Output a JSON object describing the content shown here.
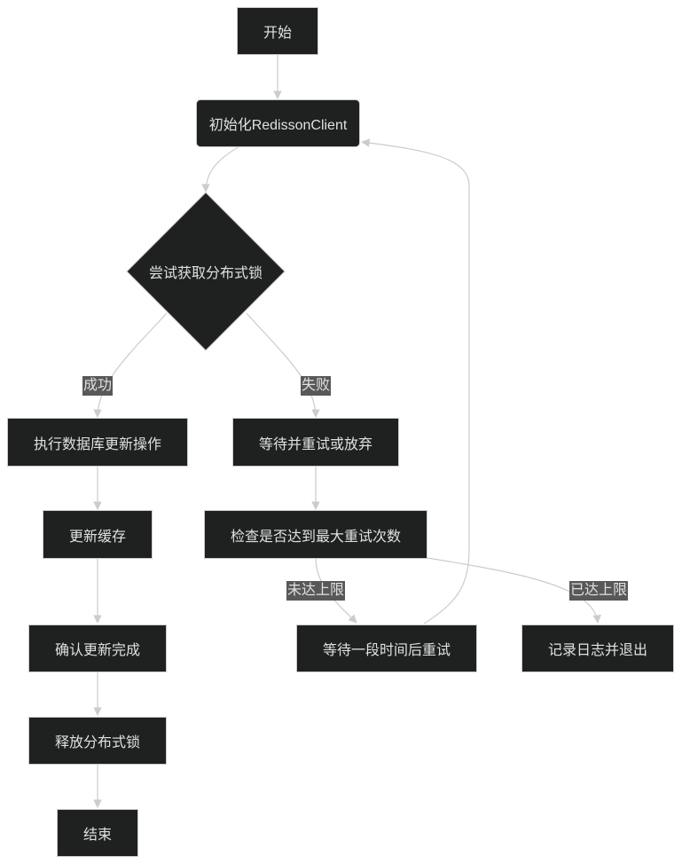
{
  "nodes": {
    "start": "开始",
    "init_client": "初始化RedissonClient",
    "try_lock": "尝试获取分布式锁",
    "exec_db_update": "执行数据库更新操作",
    "wait_retry_or_giveup": "等待并重试或放弃",
    "update_cache": "更新缓存",
    "check_max_retries": "检查是否达到最大重试次数",
    "confirm_update": "确认更新完成",
    "wait_then_retry": "等待一段时间后重试",
    "log_and_exit": "记录日志并退出",
    "release_lock": "释放分布式锁",
    "end": "结束"
  },
  "edge_labels": {
    "success": "成功",
    "failure": "失败",
    "limit_not_reached": "未达上限",
    "limit_reached": "已达上限"
  },
  "colors": {
    "node_fill": "#1f2020",
    "node_border": "#cccccc",
    "node_text": "#e0e0e0",
    "edge": "#cccccc",
    "edge_label_bg": "#585858"
  }
}
